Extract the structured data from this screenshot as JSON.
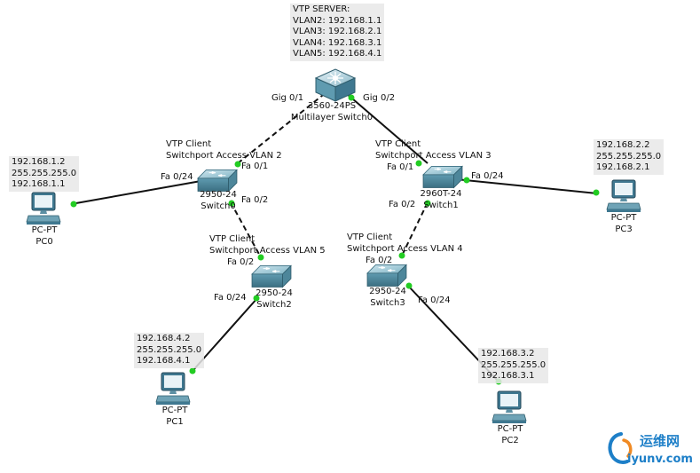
{
  "server_note": {
    "title": "VTP SERVER:",
    "lines": [
      "VLAN2: 192.168.1.1",
      "VLAN3: 192.168.2.1",
      "VLAN4: 192.168.3.1",
      "VLAN5: 192.168.4.1"
    ]
  },
  "devices": {
    "ml_switch": {
      "model": "3560-24PS",
      "name": "Multilayer Switch0"
    },
    "switch0": {
      "model": "2950-24",
      "name": "Switch0"
    },
    "switch1": {
      "model": "2960T-24",
      "name": "Switch1"
    },
    "switch2": {
      "model": "2950-24",
      "name": "Switch2"
    },
    "switch3": {
      "model": "2950-24",
      "name": "Switch3"
    },
    "pc0": {
      "model": "PC-PT",
      "name": "PC0"
    },
    "pc1": {
      "model": "PC-PT",
      "name": "PC1"
    },
    "pc2": {
      "model": "PC-PT",
      "name": "PC2"
    },
    "pc3": {
      "model": "PC-PT",
      "name": "PC3"
    }
  },
  "vtp_notes": {
    "switch0": {
      "role": "VTP Client",
      "access": "Switchport Access VLAN 2"
    },
    "switch1": {
      "role": "VTP Client",
      "access": "Switchport Access VLAN 3"
    },
    "switch2": {
      "role": "VTP Client",
      "access": "Switchport Access VLAN 5"
    },
    "switch3": {
      "role": "VTP Client",
      "access": "Switchport Access VLAN 4"
    }
  },
  "pc_notes": {
    "pc0": {
      "ip": "192.168.1.2",
      "mask": "255.255.255.0",
      "gateway": "192.168.1.1"
    },
    "pc1": {
      "ip": "192.168.4.2",
      "mask": "255.255.255.0",
      "gateway": "192.168.4.1"
    },
    "pc2": {
      "ip": "192.168.3.2",
      "mask": "255.255.255.0",
      "gateway": "192.168.3.1"
    },
    "pc3": {
      "ip": "192.168.2.2",
      "mask": "255.255.255.0",
      "gateway": "192.168.2.1"
    }
  },
  "ports": {
    "ml_left": "Gig 0/1",
    "ml_right": "Gig 0/2",
    "sw0_up": "Fa 0/1",
    "sw0_pc": "Fa 0/24",
    "sw0_down": "Fa 0/2",
    "sw1_up": "Fa 0/1",
    "sw1_pc": "Fa 0/24",
    "sw1_down": "Fa 0/2",
    "sw2_up": "Fa 0/2",
    "sw2_pc": "Fa 0/24",
    "sw3_up": "Fa 0/2",
    "sw3_pc": "Fa 0/24"
  },
  "watermark": {
    "brand": "运维网",
    "site": "iyunv.com"
  },
  "colors": {
    "link": "#111111",
    "port_up": "#22cc22",
    "switch": "#6aa7b8",
    "note_bg": "#e8e8e8"
  }
}
